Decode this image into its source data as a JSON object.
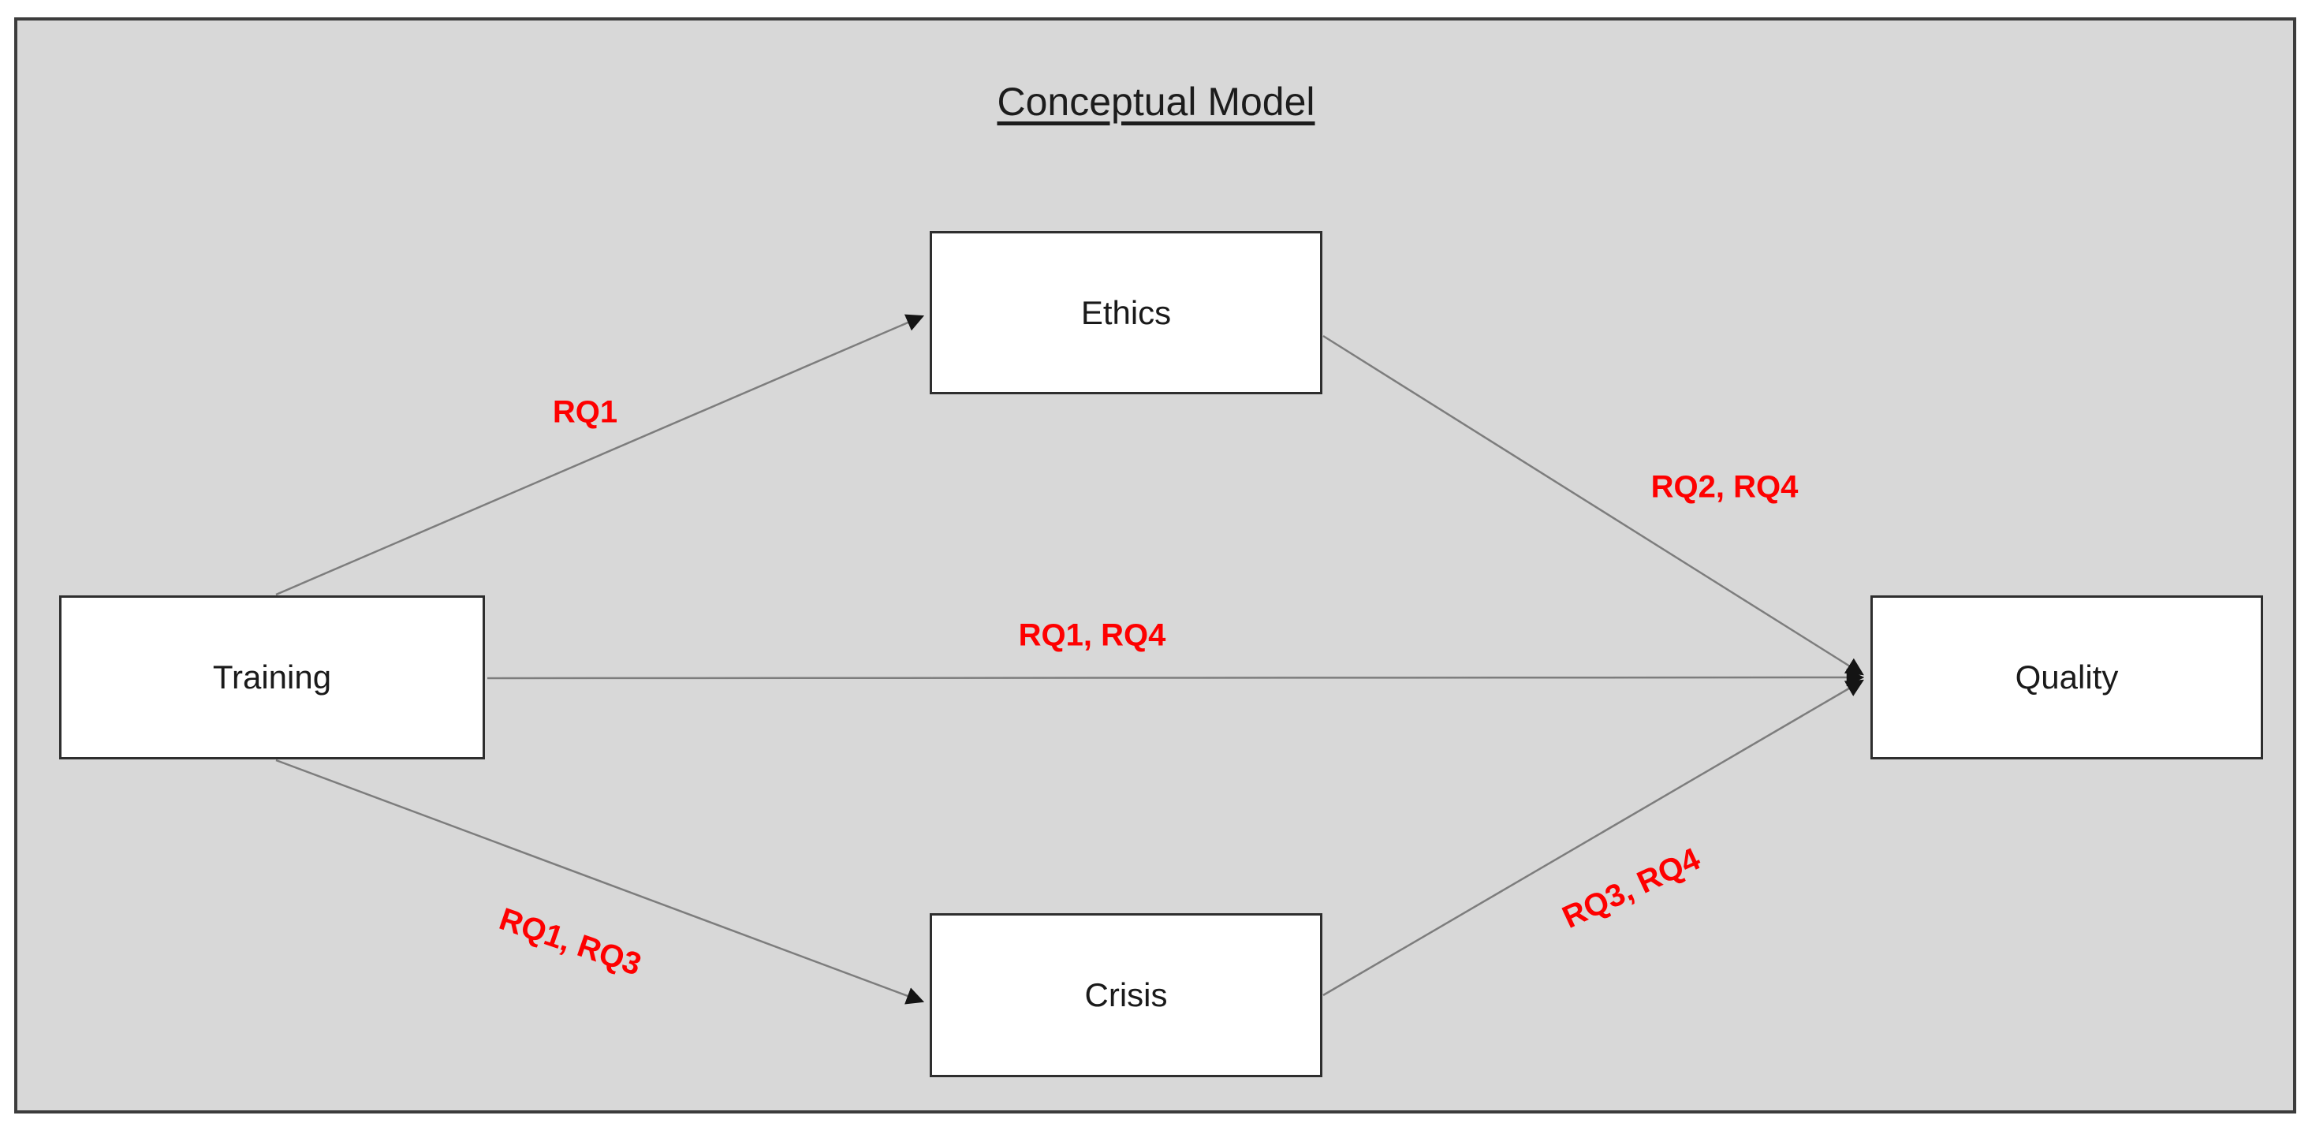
{
  "diagram": {
    "title": "Conceptual Model",
    "nodes": [
      {
        "id": "training",
        "label": "Training"
      },
      {
        "id": "ethics",
        "label": "Ethics"
      },
      {
        "id": "crisis",
        "label": "Crisis"
      },
      {
        "id": "quality",
        "label": "Quality"
      }
    ],
    "edges": [
      {
        "from": "Training",
        "to": "Ethics",
        "label": "RQ1"
      },
      {
        "from": "Training",
        "to": "Quality",
        "label": "RQ1, RQ4"
      },
      {
        "from": "Training",
        "to": "Crisis",
        "label": "RQ1, RQ3"
      },
      {
        "from": "Ethics",
        "to": "Quality",
        "label": "RQ2, RQ4"
      },
      {
        "from": "Crisis",
        "to": "Quality",
        "label": "RQ3, RQ4"
      }
    ],
    "colors": {
      "edge_label": "#fe0000",
      "canvas_background": "#d8d8d8",
      "frame_border": "#3c3c3c",
      "node_fill": "#ffffff",
      "node_border": "#2e2e2e",
      "arrow_line": "#7d7d7d",
      "arrow_head": "#141414"
    }
  }
}
